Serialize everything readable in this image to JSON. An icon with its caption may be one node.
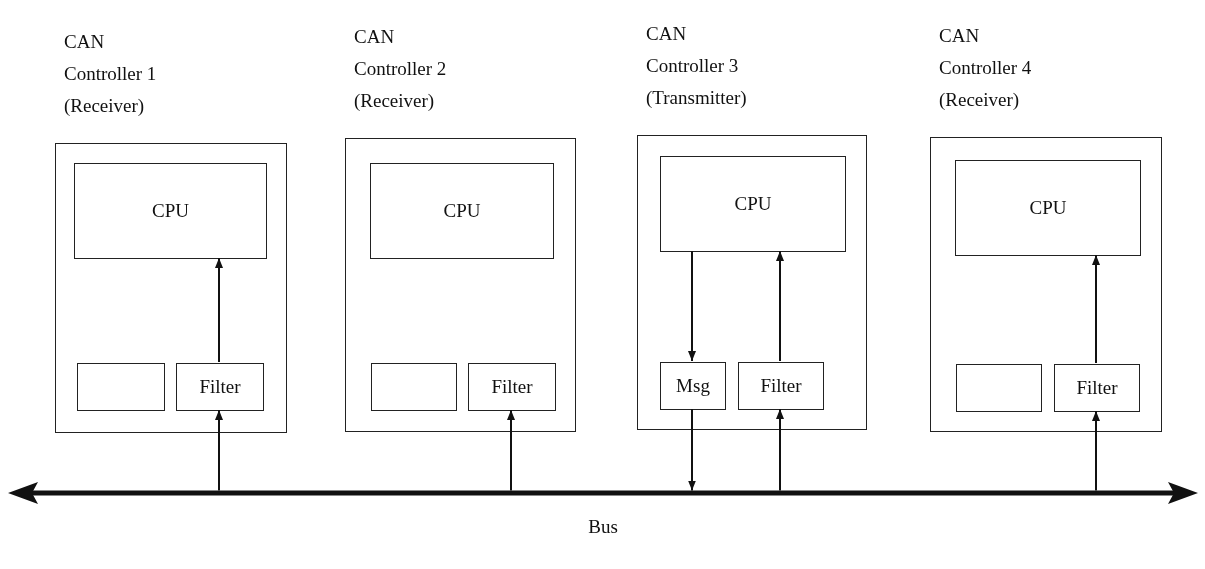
{
  "diagram": {
    "nodes": [
      {
        "text": [
          "CAN Controller 1 (Receiver)"
        ]
      },
      {
        "text": [
          "CPU"
        ],
        "in": 0
      },
      {
        "text": [],
        "shape": "box",
        "in": 0
      },
      {
        "text": [
          "Filter"
        ],
        "in": 0
      },
      {
        "text": [
          "CAN Controller 2 (Receiver)"
        ]
      },
      {
        "text": [
          "CPU"
        ],
        "in": 4
      },
      {
        "text": [],
        "shape": "box",
        "in": 4
      },
      {
        "text": [
          "Filter"
        ],
        "in": 4
      },
      {
        "text": [
          "CAN Controller 3 (Transmitter)"
        ]
      },
      {
        "text": [
          "CPU"
        ],
        "in": 8
      },
      {
        "text": [
          "Msg"
        ],
        "in": 8
      },
      {
        "text": [
          "Filter"
        ],
        "in": 8
      },
      {
        "text": [
          "CAN Controller 4 (Receiver)"
        ]
      },
      {
        "text": [
          "CPU"
        ],
        "in": 12
      },
      {
        "text": [],
        "shape": "box",
        "in": 12
      },
      {
        "text": [
          "Filter"
        ],
        "in": 12
      },
      {
        "text": [
          "Bus"
        ]
      }
    ],
    "edges": [
      {
        "from": 3,
        "to": 1,
        "arrow": "to"
      },
      {
        "from": 16,
        "to": 3,
        "arrow": "to"
      },
      {
        "from": 16,
        "to": 7,
        "arrow": "to"
      },
      {
        "from": 9,
        "to": 10,
        "arrow": "to"
      },
      {
        "from": 10,
        "to": 16,
        "arrow": "to"
      },
      {
        "from": 11,
        "to": 9,
        "arrow": "to"
      },
      {
        "from": 16,
        "to": 11,
        "arrow": "to"
      },
      {
        "from": 16,
        "to": 15,
        "arrow": "to"
      },
      {
        "from": 15,
        "to": 13,
        "arrow": "to"
      }
    ]
  }
}
